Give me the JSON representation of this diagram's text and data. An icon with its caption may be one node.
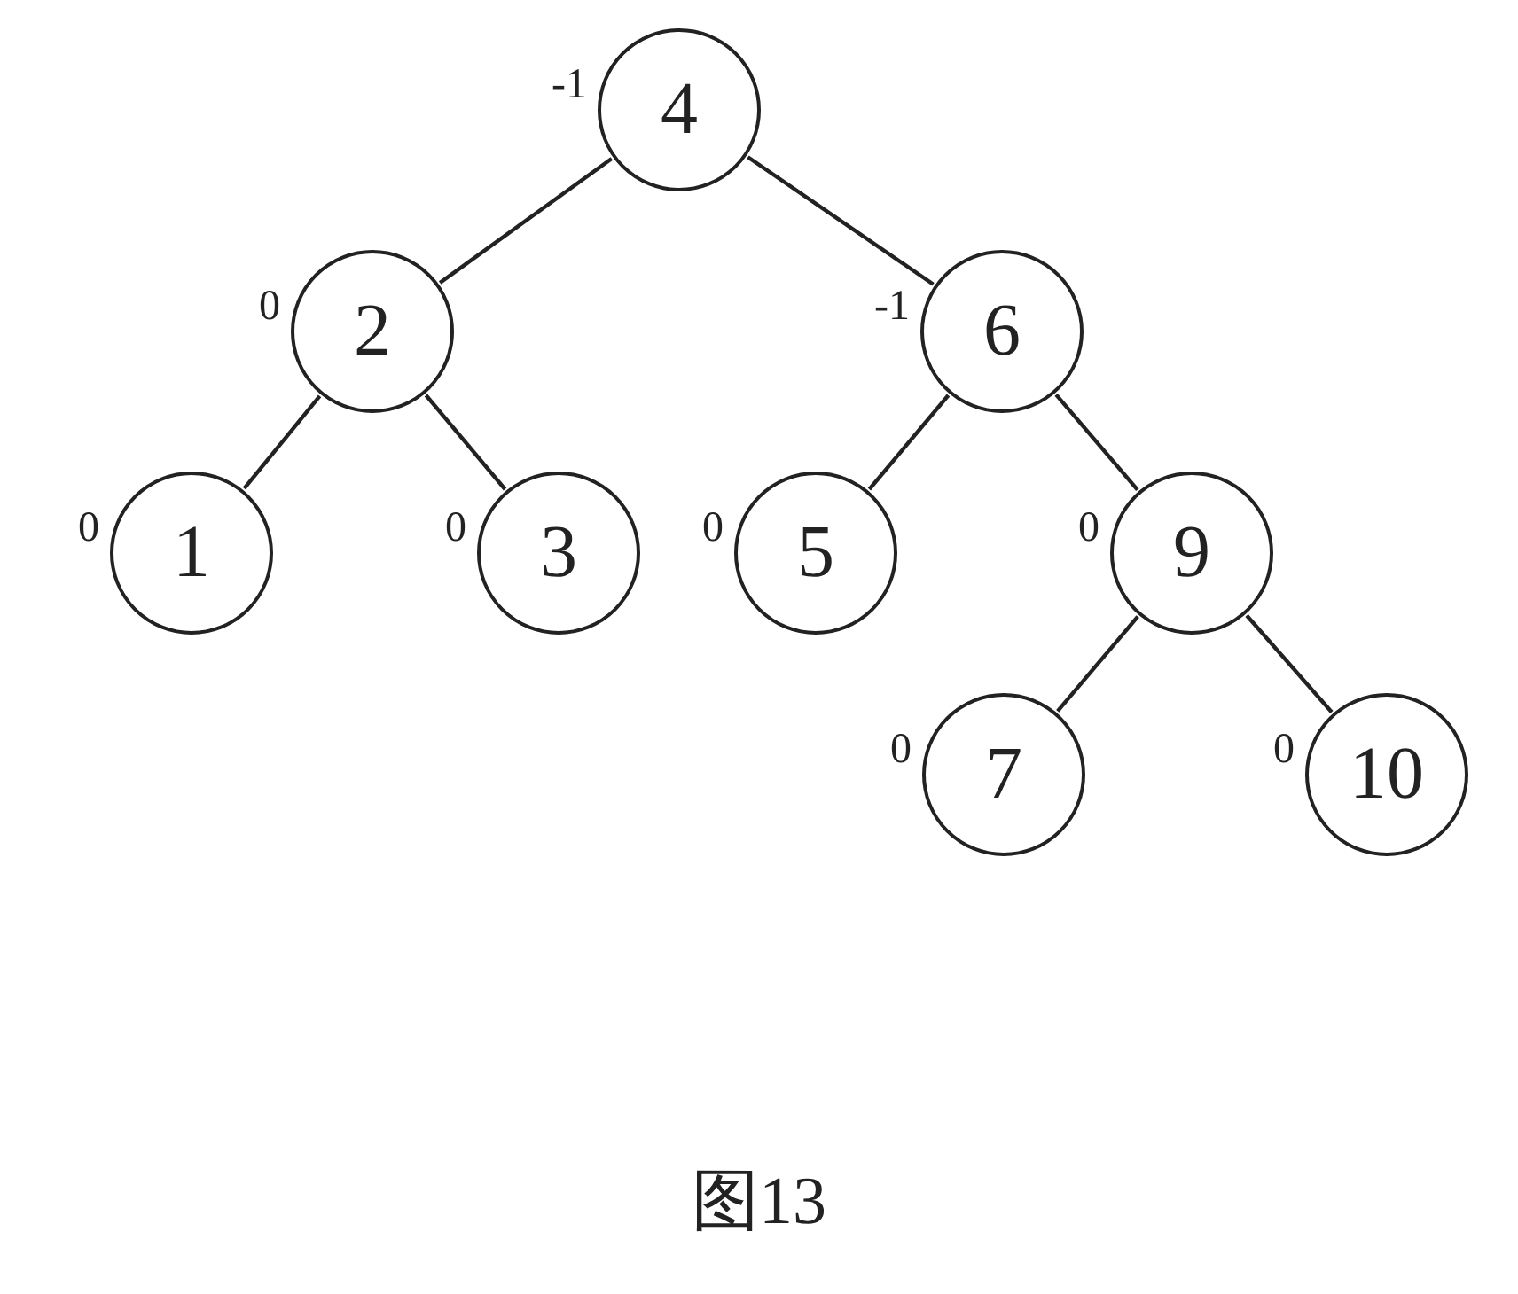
{
  "diagram": {
    "caption": "图13",
    "nodes": [
      {
        "text": [
          "4"
        ],
        "beside": [
          "-1"
        ]
      },
      {
        "text": [
          "2"
        ],
        "beside": [
          "0"
        ]
      },
      {
        "text": [
          "6"
        ],
        "beside": [
          "-1"
        ]
      },
      {
        "text": [
          "1"
        ],
        "beside": [
          "0"
        ]
      },
      {
        "text": [
          "3"
        ],
        "beside": [
          "0"
        ]
      },
      {
        "text": [
          "5"
        ],
        "beside": [
          "0"
        ]
      },
      {
        "text": [
          "9"
        ],
        "beside": [
          "0"
        ]
      },
      {
        "text": [
          "7"
        ],
        "beside": [
          "0"
        ]
      },
      {
        "text": [
          "10"
        ],
        "beside": [
          "0"
        ]
      }
    ],
    "edges": [
      {
        "from": 0,
        "to": 1,
        "arrow": "none"
      },
      {
        "from": 0,
        "to": 2,
        "arrow": "none"
      },
      {
        "from": 1,
        "to": 3,
        "arrow": "none"
      },
      {
        "from": 1,
        "to": 4,
        "arrow": "none"
      },
      {
        "from": 2,
        "to": 5,
        "arrow": "none"
      },
      {
        "from": 2,
        "to": 6,
        "arrow": "none"
      },
      {
        "from": 6,
        "to": 7,
        "arrow": "none"
      },
      {
        "from": 6,
        "to": 8,
        "arrow": "none"
      }
    ]
  }
}
